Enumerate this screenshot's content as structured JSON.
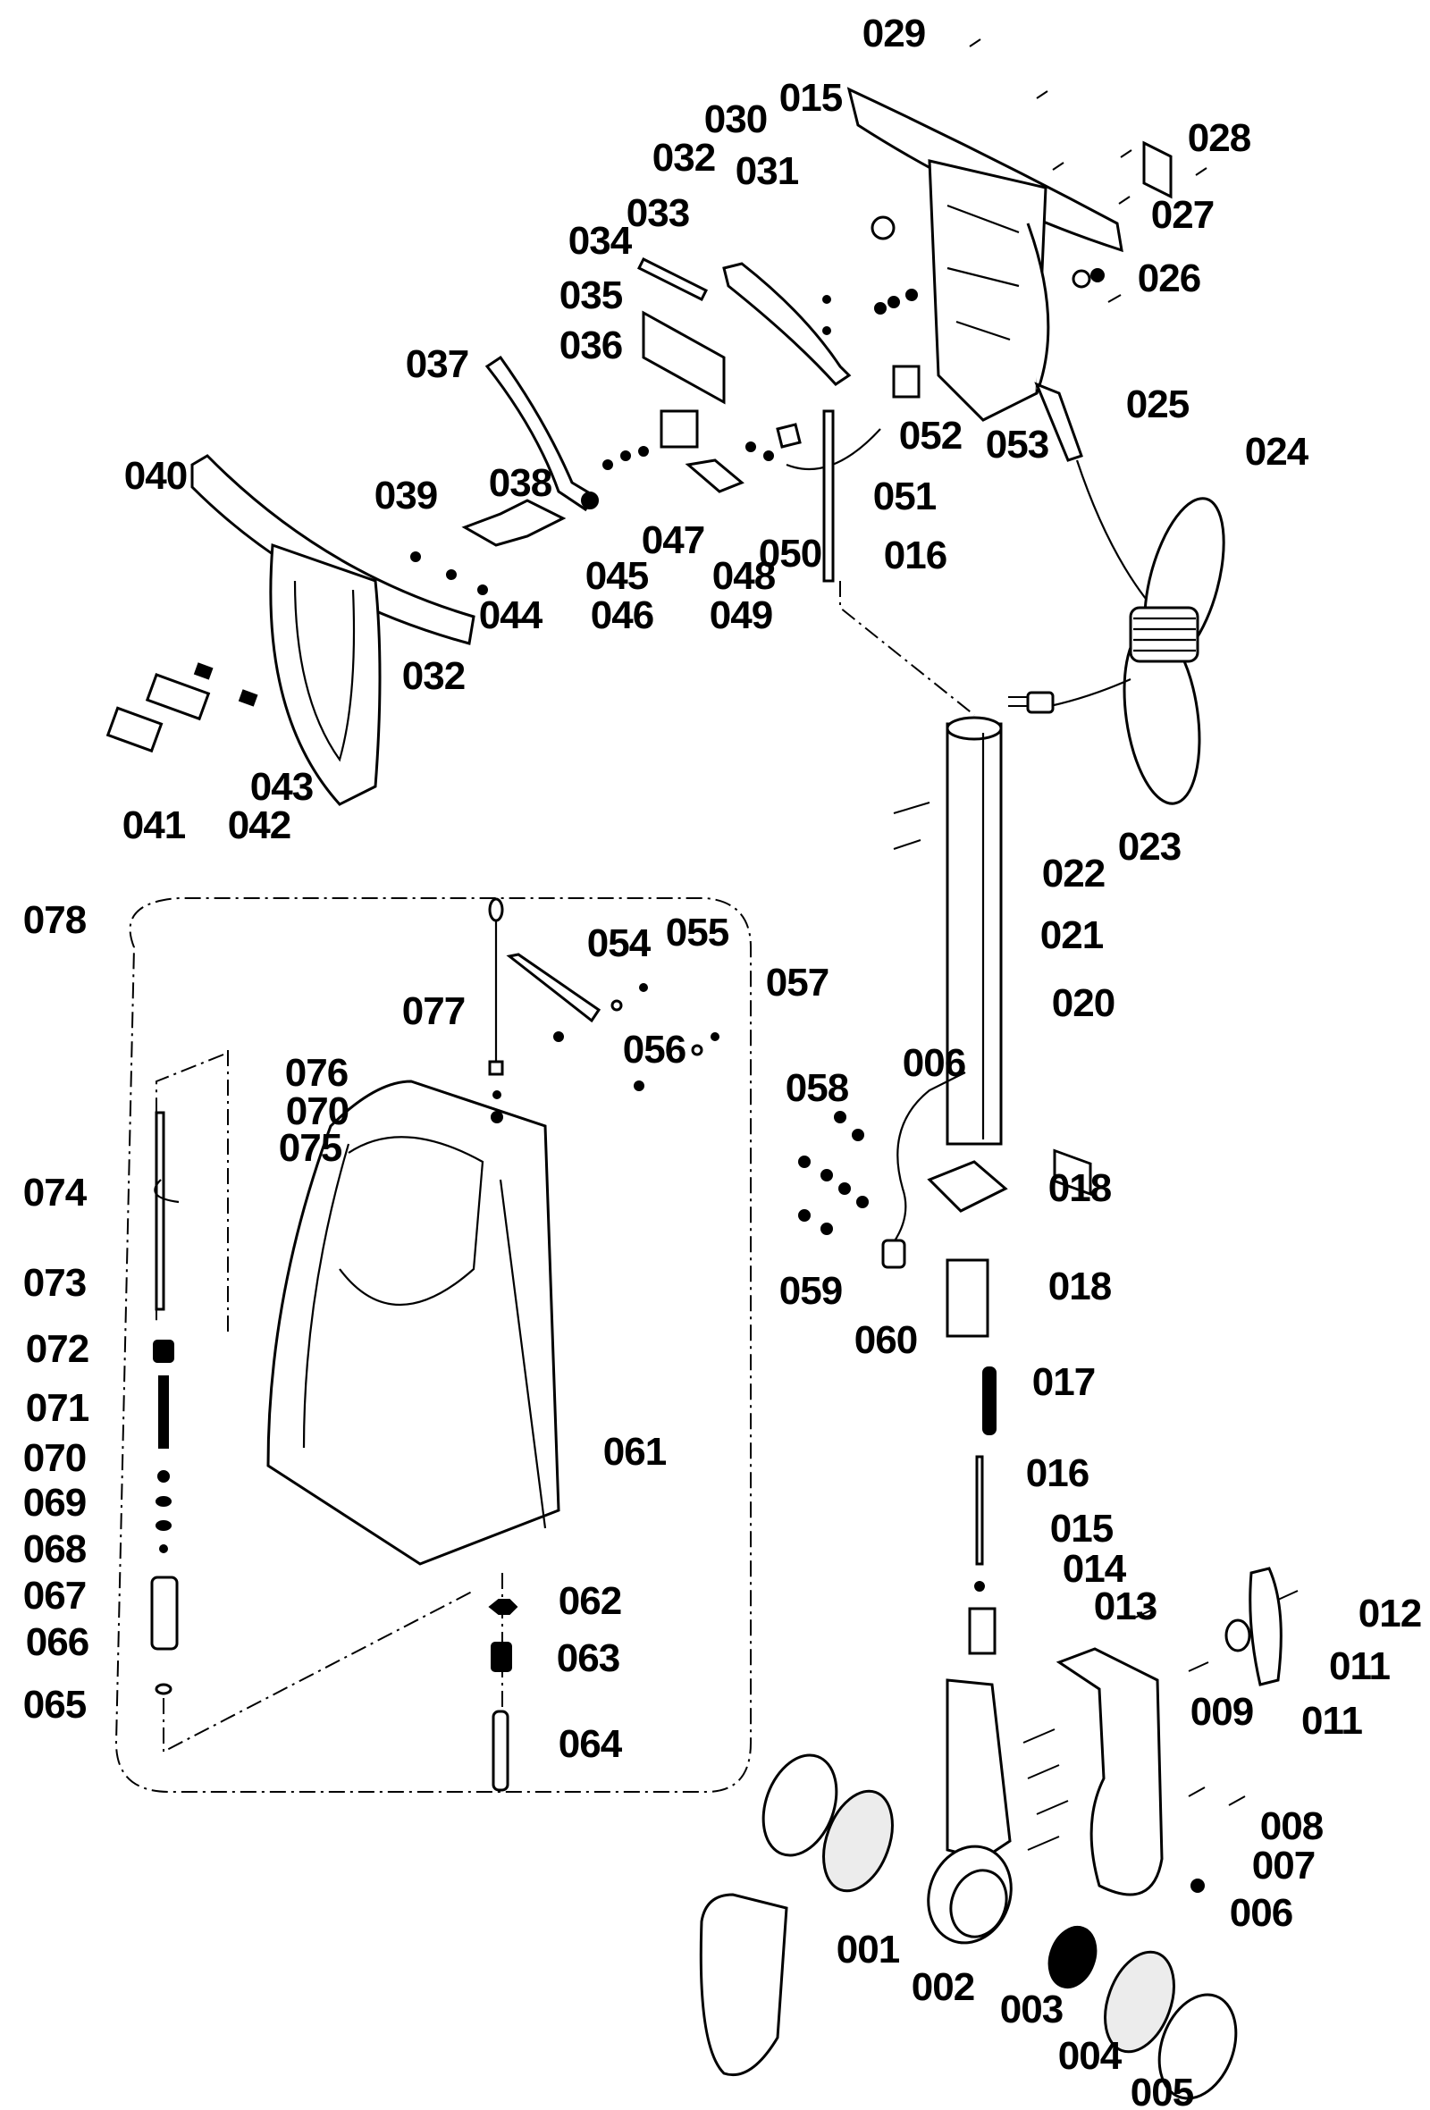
{
  "diagram": {
    "type": "exploded-parts-diagram",
    "subject": "upright vacuum cleaner handle, cord, dust bag housing and lower base assembly",
    "callouts": [
      {
        "id": "c029",
        "label": "029"
      },
      {
        "id": "c028",
        "label": "028"
      },
      {
        "id": "c027",
        "label": "027"
      },
      {
        "id": "c026",
        "label": "026"
      },
      {
        "id": "c025",
        "label": "025"
      },
      {
        "id": "c024",
        "label": "024"
      },
      {
        "id": "c015a",
        "label": "015"
      },
      {
        "id": "c030",
        "label": "030"
      },
      {
        "id": "c032a",
        "label": "032"
      },
      {
        "id": "c031",
        "label": "031"
      },
      {
        "id": "c033",
        "label": "033"
      },
      {
        "id": "c034",
        "label": "034"
      },
      {
        "id": "c035",
        "label": "035"
      },
      {
        "id": "c036",
        "label": "036"
      },
      {
        "id": "c037",
        "label": "037"
      },
      {
        "id": "c052",
        "label": "052"
      },
      {
        "id": "c053",
        "label": "053"
      },
      {
        "id": "c040",
        "label": "040"
      },
      {
        "id": "c038",
        "label": "038"
      },
      {
        "id": "c039",
        "label": "039"
      },
      {
        "id": "c051",
        "label": "051"
      },
      {
        "id": "c047",
        "label": "047"
      },
      {
        "id": "c050",
        "label": "050"
      },
      {
        "id": "c016a",
        "label": "016"
      },
      {
        "id": "c045",
        "label": "045"
      },
      {
        "id": "c048",
        "label": "048"
      },
      {
        "id": "c044",
        "label": "044"
      },
      {
        "id": "c046",
        "label": "046"
      },
      {
        "id": "c049",
        "label": "049"
      },
      {
        "id": "c032b",
        "label": "032"
      },
      {
        "id": "c043",
        "label": "043"
      },
      {
        "id": "c041",
        "label": "041"
      },
      {
        "id": "c042",
        "label": "042"
      },
      {
        "id": "c023",
        "label": "023"
      },
      {
        "id": "c022",
        "label": "022"
      },
      {
        "id": "c021",
        "label": "021"
      },
      {
        "id": "c078",
        "label": "078"
      },
      {
        "id": "c054",
        "label": "054"
      },
      {
        "id": "c055",
        "label": "055"
      },
      {
        "id": "c057",
        "label": "057"
      },
      {
        "id": "c077",
        "label": "077"
      },
      {
        "id": "c020",
        "label": "020"
      },
      {
        "id": "c056",
        "label": "056"
      },
      {
        "id": "c076",
        "label": "076"
      },
      {
        "id": "c006a",
        "label": "006"
      },
      {
        "id": "c058",
        "label": "058"
      },
      {
        "id": "c070a",
        "label": "070"
      },
      {
        "id": "c075",
        "label": "075"
      },
      {
        "id": "c074",
        "label": "074"
      },
      {
        "id": "c018a",
        "label": "018"
      },
      {
        "id": "c059",
        "label": "059"
      },
      {
        "id": "c018b",
        "label": "018"
      },
      {
        "id": "c073",
        "label": "073"
      },
      {
        "id": "c060",
        "label": "060"
      },
      {
        "id": "c072",
        "label": "072"
      },
      {
        "id": "c017",
        "label": "017"
      },
      {
        "id": "c071",
        "label": "071"
      },
      {
        "id": "c061",
        "label": "061"
      },
      {
        "id": "c070b",
        "label": "070"
      },
      {
        "id": "c016b",
        "label": "016"
      },
      {
        "id": "c069",
        "label": "069"
      },
      {
        "id": "c015b",
        "label": "015"
      },
      {
        "id": "c068",
        "label": "068"
      },
      {
        "id": "c014",
        "label": "014"
      },
      {
        "id": "c062",
        "label": "062"
      },
      {
        "id": "c013",
        "label": "013"
      },
      {
        "id": "c012",
        "label": "012"
      },
      {
        "id": "c067",
        "label": "067"
      },
      {
        "id": "c066",
        "label": "066"
      },
      {
        "id": "c063",
        "label": "063"
      },
      {
        "id": "c011a",
        "label": "011"
      },
      {
        "id": "c009",
        "label": "009"
      },
      {
        "id": "c011b",
        "label": "011"
      },
      {
        "id": "c065",
        "label": "065"
      },
      {
        "id": "c064",
        "label": "064"
      },
      {
        "id": "c008",
        "label": "008"
      },
      {
        "id": "c007",
        "label": "007"
      },
      {
        "id": "c006b",
        "label": "006"
      },
      {
        "id": "c001",
        "label": "001"
      },
      {
        "id": "c002",
        "label": "002"
      },
      {
        "id": "c003",
        "label": "003"
      },
      {
        "id": "c004",
        "label": "004"
      },
      {
        "id": "c005",
        "label": "005"
      }
    ]
  }
}
